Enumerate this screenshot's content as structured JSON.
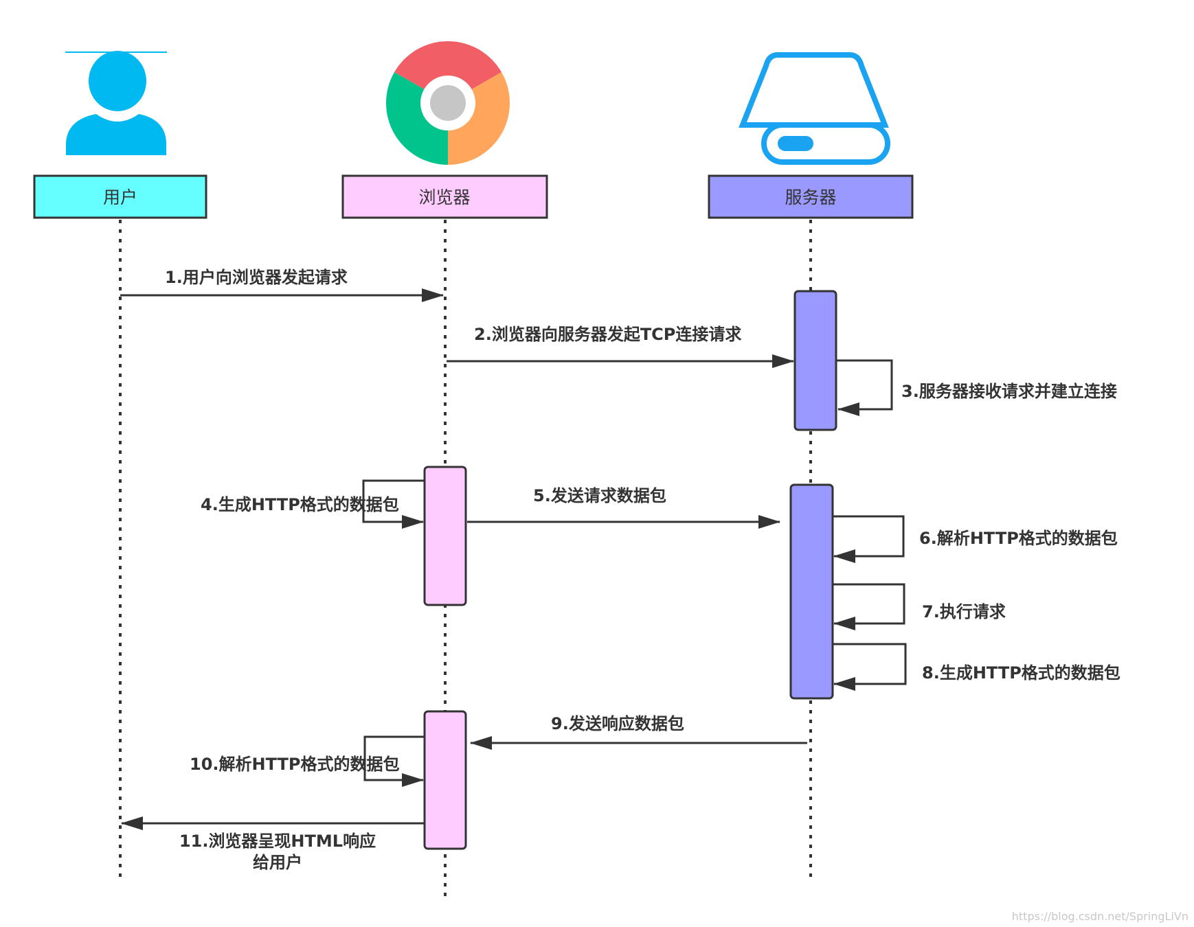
{
  "actors": [
    {
      "id": "user",
      "label": "用户",
      "icon": "user-icon",
      "box_color": "#66ffff"
    },
    {
      "id": "browser",
      "label": "浏览器",
      "icon": "chrome-browser-icon",
      "box_color": "#ffccff"
    },
    {
      "id": "server",
      "label": "服务器",
      "icon": "server-drive-icon",
      "box_color": "#9999ff"
    }
  ],
  "colors": {
    "user_icon": "#00b9f1",
    "server_icon": "#1aa3f0",
    "chrome_red": "#f25e66",
    "chrome_green": "#00c48c",
    "chrome_orange": "#ffa65c",
    "chrome_center": "#c6c6c6",
    "line": "#333333",
    "server_activation": "#9999ff",
    "browser_activation": "#ffccff"
  },
  "steps": [
    {
      "label": "1.用户向浏览器发起请求"
    },
    {
      "label": "2.浏览器向服务器发起TCP连接请求"
    },
    {
      "label": "3.服务器接收请求并建立连接"
    },
    {
      "label": "4.生成HTTP格式的数据包"
    },
    {
      "label": "5.发送请求数据包"
    },
    {
      "label": "6.解析HTTP格式的数据包"
    },
    {
      "label": "7.执行请求"
    },
    {
      "label": "8.生成HTTP格式的数据包"
    },
    {
      "label": "9.发送响应数据包"
    },
    {
      "label": "10.解析HTTP格式的数据包"
    },
    {
      "label": "11.浏览器呈现HTML响应",
      "label_line2": "给用户"
    }
  ],
  "watermark": "https://blog.csdn.net/SpringLiVn"
}
